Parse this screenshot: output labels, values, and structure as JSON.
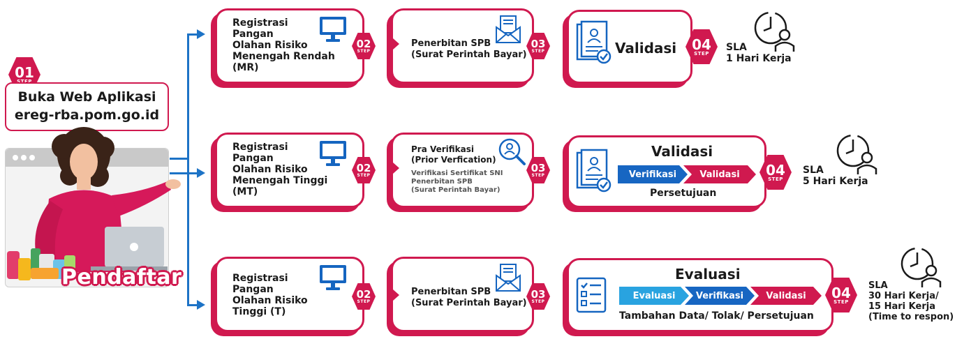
{
  "colors": {
    "accent": "#d0194f",
    "arrow": "#1d73c6",
    "monitor": "#1565c0",
    "chev_light": "#29a3e0",
    "chev_blue": "#1766c2",
    "chev_red": "#d0194f"
  },
  "start": {
    "step_num": "01",
    "step_word": "STEP",
    "line1": "Buka Web Aplikasi",
    "line2": "ereg-rba.pom.go.id",
    "person_label": "Pendaftar"
  },
  "rows": [
    {
      "reg": [
        "Registrasi",
        "Pangan",
        "Olahan Risiko",
        "Menengah Rendah",
        "(MR)"
      ],
      "step2": "02",
      "step3": "03",
      "step4": "04",
      "step_word": "STEP",
      "mid": {
        "lines": [
          "Penerbitan SPB",
          "(Surat Perintah Bayar)"
        ]
      },
      "final": {
        "title": "Validasi"
      },
      "sla": [
        "SLA",
        "1 Hari Kerja"
      ]
    },
    {
      "reg": [
        "Registrasi",
        "Pangan",
        "Olahan Risiko",
        "Menengah Tinggi",
        "(MT)"
      ],
      "step2": "02",
      "step3": "03",
      "step4": "04",
      "step_word": "STEP",
      "mid": {
        "lines": [
          "Pra Verifikasi",
          "(Prior Verfication)"
        ],
        "sub": [
          "Verifikasi Sertifikat SNI",
          "Penerbitan SPB",
          "(Surat Perintah Bayar)"
        ]
      },
      "final": {
        "title": "Validasi",
        "chevrons": [
          "Verifikasi",
          "Validasi"
        ],
        "footer": "Persetujuan"
      },
      "sla": [
        "SLA",
        "5 Hari Kerja"
      ]
    },
    {
      "reg": [
        "Registrasi",
        "Pangan",
        "Olahan Risiko",
        "Tinggi (T)"
      ],
      "step2": "02",
      "step3": "03",
      "step4": "04",
      "step_word": "STEP",
      "mid": {
        "lines": [
          "Penerbitan SPB",
          "(Surat Perintah Bayar)"
        ]
      },
      "final": {
        "title": "Evaluasi",
        "chevrons": [
          "Evaluasi",
          "Verifikasi",
          "Validasi"
        ],
        "footer": "Tambahan Data/ Tolak/ Persetujuan"
      },
      "sla": [
        "SLA",
        "30 Hari Kerja/",
        "15 Hari Kerja",
        "(Time to respon)"
      ]
    }
  ]
}
